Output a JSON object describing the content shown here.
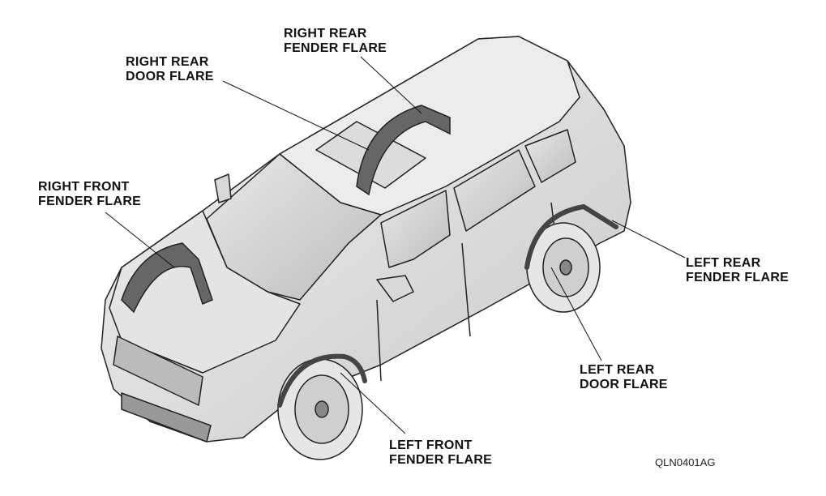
{
  "labels": {
    "right_rear_fender_flare": [
      "RIGHT REAR",
      "FENDER FLARE"
    ],
    "right_rear_door_flare": [
      "RIGHT REAR",
      "DOOR FLARE"
    ],
    "right_front_fender_flare": [
      "RIGHT FRONT",
      "FENDER FLARE"
    ],
    "left_rear_fender_flare": [
      "LEFT REAR",
      "FENDER FLARE"
    ],
    "left_rear_door_flare": [
      "LEFT REAR",
      "DOOR FLARE"
    ],
    "left_front_fender_flare": [
      "LEFT FRONT",
      "FENDER FLARE"
    ]
  },
  "figure_code": "QLN0401AG"
}
